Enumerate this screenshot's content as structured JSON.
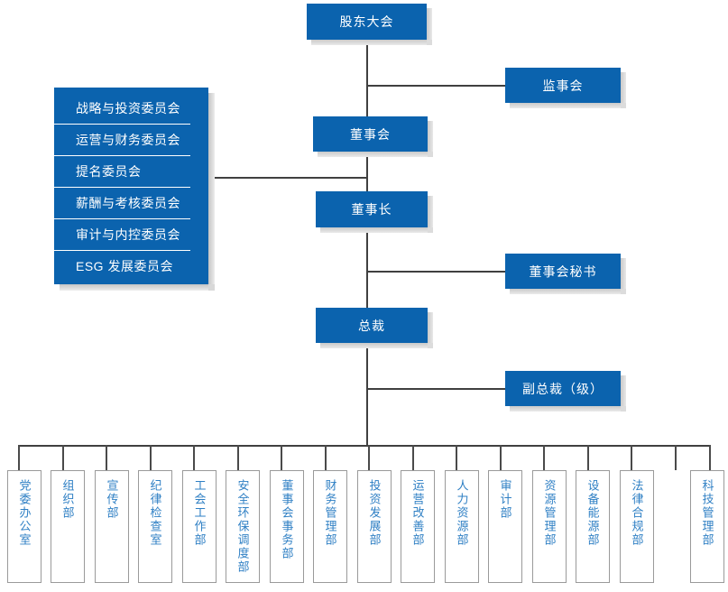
{
  "diagram": {
    "type": "organization-chart",
    "accent_color": "#0b63ae",
    "dept_text_color": "#2e7fc4",
    "line_color": "#404040"
  },
  "nodes": {
    "shareholders_meeting": "股东大会",
    "board_of_supervisors": "监事会",
    "board_of_directors": "董事会",
    "chairman": "董事长",
    "board_secretary": "董事会秘书",
    "president": "总裁",
    "vice_president": "副总裁（级）"
  },
  "committees": {
    "items": [
      "战略与投资委员会",
      "运营与财务委员会",
      "提名委员会",
      "薪酬与考核委员会",
      "审计与内控委员会",
      "ESG 发展委员会"
    ]
  },
  "departments": [
    "党委办公室",
    "组织部",
    "宣传部",
    "纪律检查室",
    "工会工作部",
    "安全环保调度部",
    "董事会事务部",
    "财务管理部",
    "投资发展部",
    "运营改善部",
    "人力资源部",
    "审计部",
    "资源管理部",
    "设备能源部",
    "法律合规部",
    "科技管理部"
  ]
}
